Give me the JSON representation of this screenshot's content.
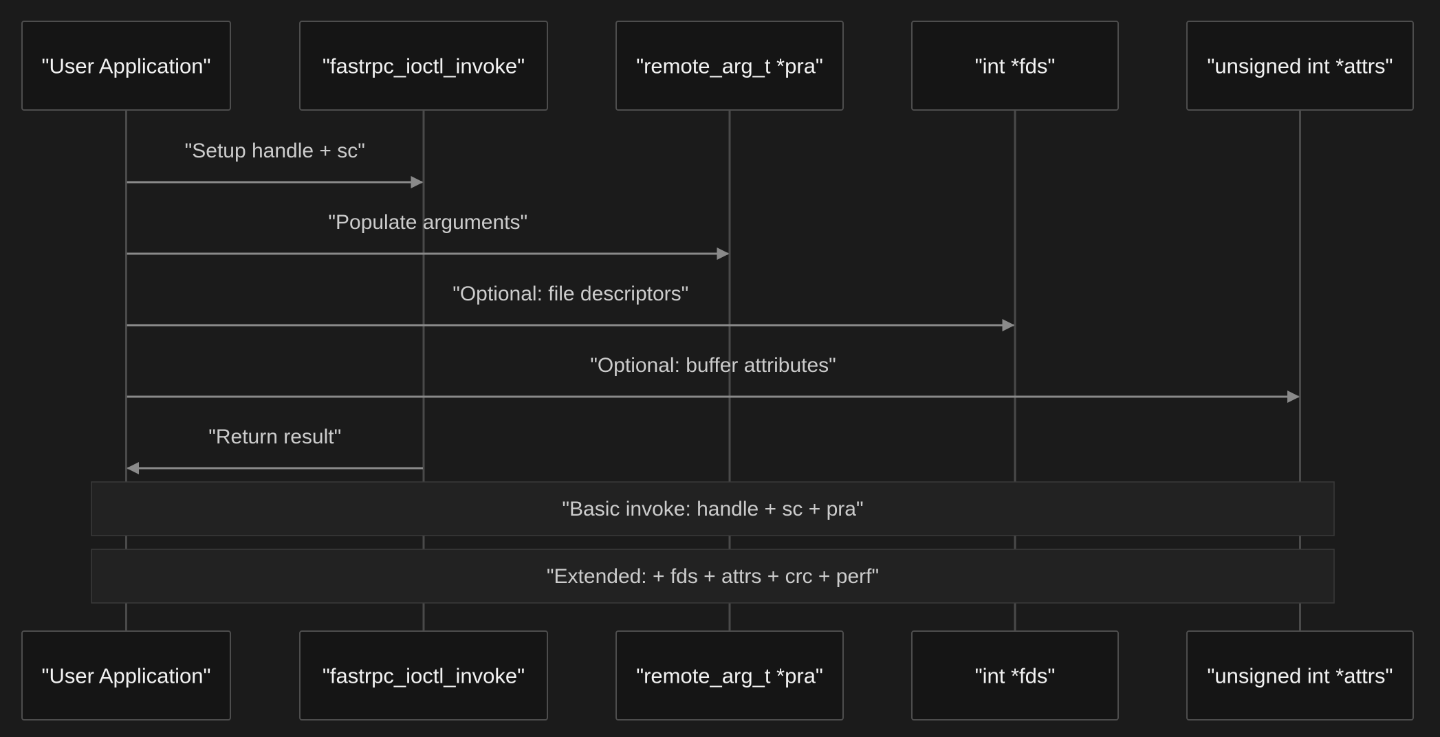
{
  "diagram": {
    "type": "sequence",
    "participants": [
      {
        "label": "\"User Application\""
      },
      {
        "label": "\"fastrpc_ioctl_invoke\""
      },
      {
        "label": "\"remote_arg_t *pra\""
      },
      {
        "label": "\"int *fds\""
      },
      {
        "label": "\"unsigned int *attrs\""
      }
    ],
    "messages": [
      {
        "from": 0,
        "to": 1,
        "label": "\"Setup handle + sc\""
      },
      {
        "from": 0,
        "to": 2,
        "label": "\"Populate arguments\""
      },
      {
        "from": 0,
        "to": 3,
        "label": "\"Optional: file descriptors\""
      },
      {
        "from": 0,
        "to": 4,
        "label": "\"Optional: buffer attributes\""
      },
      {
        "from": 1,
        "to": 0,
        "label": "\"Return result\""
      }
    ],
    "notes": [
      {
        "label": "\"Basic invoke: handle + sc + pra\""
      },
      {
        "label": "\"Extended: + fds + attrs + crc + perf\""
      }
    ]
  },
  "colors": {
    "background": "#1b1b1b",
    "box_fill": "#151515",
    "box_stroke": "#4d4d4d",
    "lifeline": "#4a4a4a",
    "arrow": "#8a8a8a",
    "note_fill": "#222222",
    "note_stroke": "#3a3a3a",
    "participant_text": "#f2f2f2",
    "message_text": "#cccccc"
  }
}
